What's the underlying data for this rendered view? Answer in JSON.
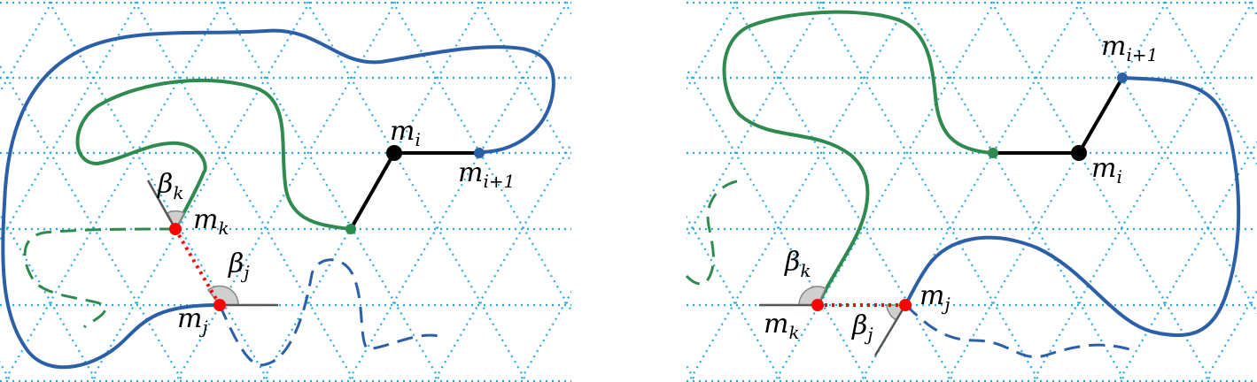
{
  "colors": {
    "grid": "#29a9e1",
    "blue_curve": "#2b5fa8",
    "green_curve": "#2e8a4f",
    "black_edge": "#000000",
    "red_edge": "#ff0000",
    "angle_fill": "#cfcfcf",
    "tangent": "#555555"
  },
  "left_panel": {
    "labels": {
      "m_i": {
        "base": "m",
        "sub": "i"
      },
      "m_i1": {
        "base": "m",
        "sub": "i+1"
      },
      "m_k": {
        "base": "m",
        "sub": "k"
      },
      "m_j": {
        "base": "m",
        "sub": "j"
      },
      "beta_k": {
        "base": "β",
        "sub": "k"
      },
      "beta_j": {
        "base": "β",
        "sub": "j"
      }
    }
  },
  "right_panel": {
    "labels": {
      "m_i": {
        "base": "m",
        "sub": "i"
      },
      "m_i1": {
        "base": "m",
        "sub": "i+1"
      },
      "m_k": {
        "base": "m",
        "sub": "k"
      },
      "m_j": {
        "base": "m",
        "sub": "j"
      },
      "beta_k": {
        "base": "β",
        "sub": "k"
      },
      "beta_j": {
        "base": "β",
        "sub": "j"
      }
    }
  }
}
